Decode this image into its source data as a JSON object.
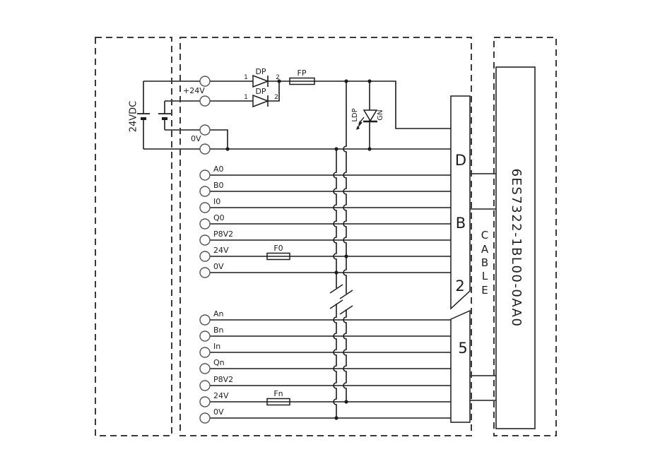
{
  "colors": {
    "line": "#1c1c1c",
    "dashed_frame": "#3a3a3a",
    "background": "#ffffff"
  },
  "power": {
    "source_label": "24VDC",
    "plus_label": "+24V",
    "zero_label": "0V"
  },
  "protection": {
    "diode_label": "DP",
    "diode_pin_1": "1",
    "diode_pin_2": "2",
    "fuse_fp": "FP",
    "fuse_f0": "F0",
    "fuse_fn": "Fn"
  },
  "led": {
    "name_label": "LDP",
    "color_label": "GN"
  },
  "terminals": {
    "upper": [
      "A0",
      "B0",
      "I0",
      "Q0",
      "P8V2",
      "24V",
      "0V"
    ],
    "lower": [
      "An",
      "Bn",
      "In",
      "Qn",
      "P8V2",
      "24V",
      "0V"
    ]
  },
  "connector": {
    "letters": [
      "D",
      "B",
      "2",
      "5"
    ]
  },
  "cable": {
    "letters": [
      "C",
      "A",
      "B",
      "L",
      "E"
    ]
  },
  "module": {
    "part_number": "6ES7322-1BL00-0AA0"
  }
}
